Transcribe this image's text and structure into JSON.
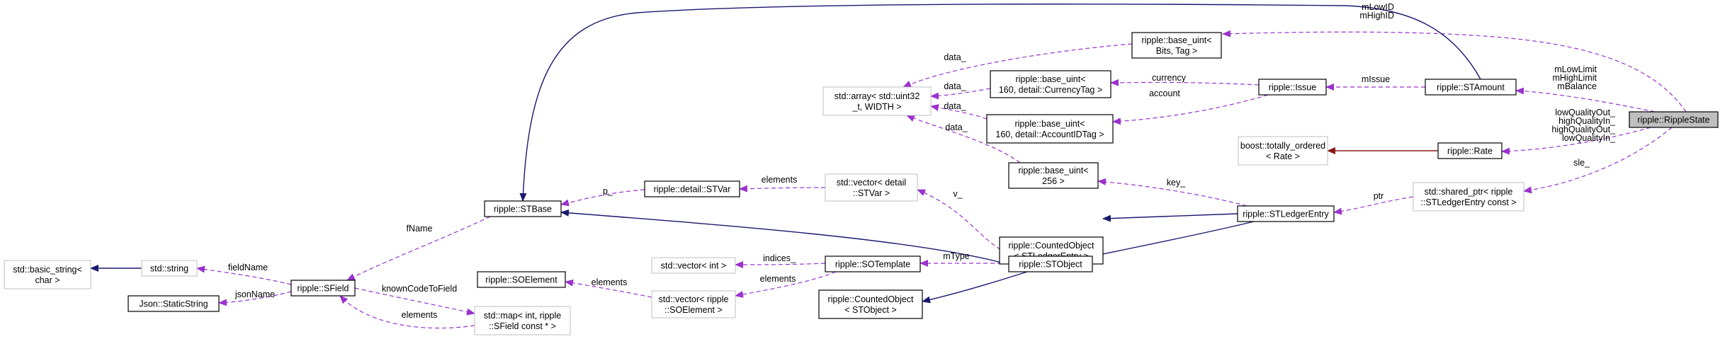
{
  "colors": {
    "usage_edge": "#9a32cd",
    "inheritance_edge": "#191970",
    "template_edge": "#8b1a1a",
    "focus_fill": "#bfbfbf",
    "external_border": "#bfbfbf"
  },
  "nodes": {
    "ripple_state": {
      "lines": [
        "ripple::RippleState"
      ]
    },
    "st_amount": {
      "lines": [
        "ripple::STAmount"
      ]
    },
    "issue": {
      "lines": [
        "ripple::Issue"
      ]
    },
    "rate": {
      "lines": [
        "ripple::Rate"
      ]
    },
    "boost_totally_ordered": {
      "lines": [
        "boost::totally_ordered",
        "< Rate >"
      ]
    },
    "base_uint_bits_tag": {
      "lines": [
        "ripple::base_uint<",
        "Bits, Tag >"
      ]
    },
    "base_uint_currency": {
      "lines": [
        "ripple::base_uint<",
        "160, detail::CurrencyTag >"
      ]
    },
    "base_uint_account": {
      "lines": [
        "ripple::base_uint<",
        "160, detail::AccountIDTag >"
      ]
    },
    "base_uint_256": {
      "lines": [
        "ripple::base_uint<",
        "256 >"
      ]
    },
    "std_array": {
      "lines": [
        "std::array< std::uint32",
        "_t, WIDTH >"
      ]
    },
    "shared_ptr_le": {
      "lines": [
        "std::shared_ptr< ripple",
        "::STLedgerEntry const >"
      ]
    },
    "st_ledger_entry": {
      "lines": [
        "ripple::STLedgerEntry"
      ]
    },
    "counted_object_le": {
      "lines": [
        "ripple::CountedObject",
        "< STLedgerEntry >"
      ]
    },
    "st_object": {
      "lines": [
        "ripple::STObject"
      ]
    },
    "counted_object_obj": {
      "lines": [
        "ripple::CountedObject",
        "< STObject >"
      ]
    },
    "so_template": {
      "lines": [
        "ripple::SOTemplate"
      ]
    },
    "vector_int": {
      "lines": [
        "std::vector< int >"
      ]
    },
    "vector_so_element": {
      "lines": [
        "std::vector< ripple",
        "::SOElement >"
      ]
    },
    "so_element": {
      "lines": [
        "ripple::SOElement"
      ]
    },
    "vector_stvar": {
      "lines": [
        "std::vector< detail",
        "::STVar >"
      ]
    },
    "stvar": {
      "lines": [
        "ripple::detail::STVar"
      ]
    },
    "st_base": {
      "lines": [
        "ripple::STBase"
      ]
    },
    "sfield": {
      "lines": [
        "ripple::SField"
      ]
    },
    "map_int_sfield": {
      "lines": [
        "std::map< int, ripple",
        "::SField const * >"
      ]
    },
    "std_string": {
      "lines": [
        "std::string"
      ]
    },
    "basic_string": {
      "lines": [
        "std::basic_string<",
        "char >"
      ]
    },
    "json_static_string": {
      "lines": [
        "Json::StaticString"
      ]
    }
  },
  "edge_labels": {
    "low_high_id": [
      "mLowID",
      "mHighID"
    ],
    "limits_balance": [
      "mLowLimit",
      "mHighLimit",
      "mBalance"
    ],
    "quality": [
      "lowQualityOut_",
      "highQualityIn_",
      "highQualityOut_",
      "lowQualityIn_"
    ],
    "sle": [
      "sle_"
    ],
    "m_issue": [
      "mIssue"
    ],
    "currency": [
      "currency"
    ],
    "account": [
      "account"
    ],
    "data_bits": [
      "data_"
    ],
    "data_currency": [
      "data_"
    ],
    "data_account": [
      "data_"
    ],
    "data_256": [
      "data_"
    ],
    "key": [
      "key_"
    ],
    "ptr": [
      "ptr"
    ],
    "v": [
      "v_"
    ],
    "elements_stvar": [
      "elements"
    ],
    "p": [
      "p_"
    ],
    "m_type": [
      "mType"
    ],
    "indices": [
      "indices_"
    ],
    "elements_so": [
      "elements"
    ],
    "fname": [
      "fName"
    ],
    "field_name": [
      "fieldName"
    ],
    "json_name": [
      "jsonName"
    ],
    "known_code": [
      "knownCodeToField"
    ],
    "elements_map": [
      "elements"
    ]
  }
}
